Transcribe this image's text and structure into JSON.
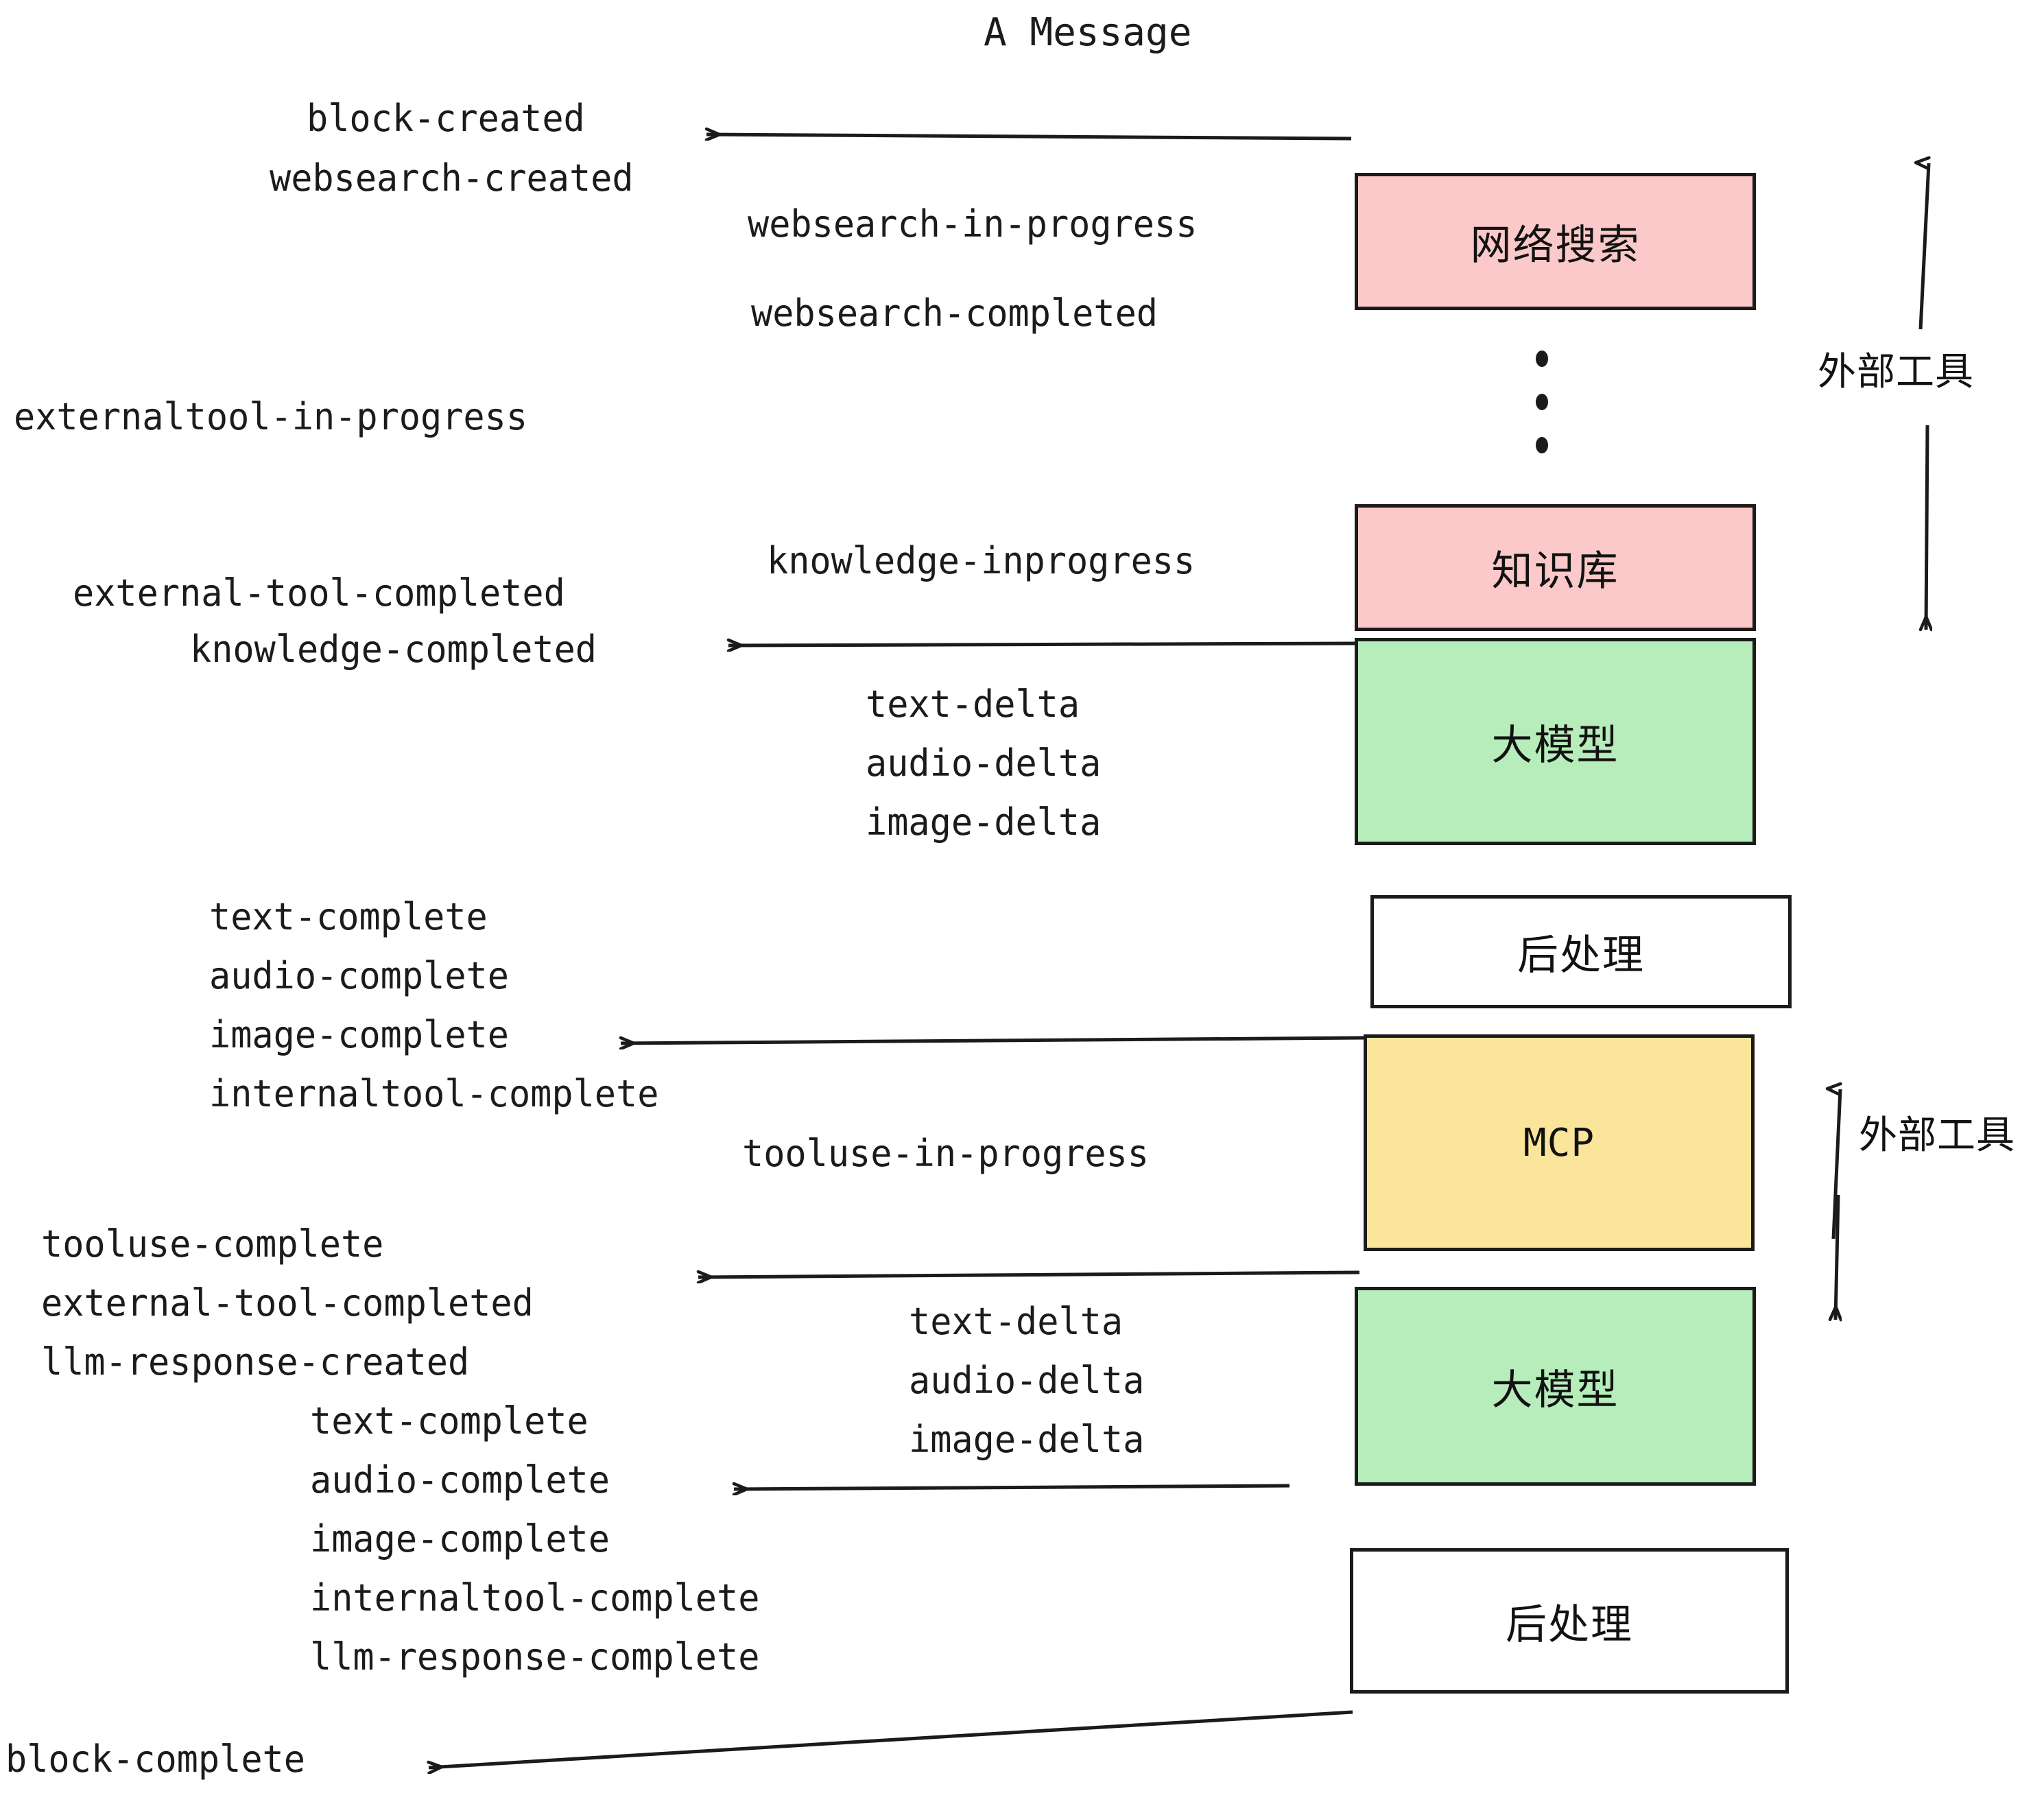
{
  "title": "A Message",
  "boxes": [
    {
      "id": "websearch",
      "label": "网络搜索",
      "color": "pink",
      "colorHex": "#fbc9c9"
    },
    {
      "id": "knowledge",
      "label": "知识库",
      "color": "pink",
      "colorHex": "#fbc9c9"
    },
    {
      "id": "llm-top",
      "label": "大模型",
      "color": "green",
      "colorHex": "#b6edba"
    },
    {
      "id": "postprocess-1",
      "label": "后处理",
      "color": "white",
      "colorHex": "#ffffff"
    },
    {
      "id": "mcp",
      "label": "MCP",
      "color": "yellow",
      "colorHex": "#fae59a"
    },
    {
      "id": "llm-bottom",
      "label": "大模型",
      "color": "green",
      "colorHex": "#b6edba"
    },
    {
      "id": "postprocess-2",
      "label": "后处理",
      "color": "white",
      "colorHex": "#ffffff"
    }
  ],
  "side_annotations": [
    {
      "id": "external-tools-top",
      "label": "外部工具"
    },
    {
      "id": "external-tools-bottom",
      "label": "外部工具"
    }
  ],
  "events": [
    {
      "id": "block-created",
      "text": "block-created"
    },
    {
      "id": "websearch-created",
      "text": "websearch-created"
    },
    {
      "id": "websearch-in-progress",
      "text": "websearch-in-progress"
    },
    {
      "id": "websearch-completed",
      "text": "websearch-completed"
    },
    {
      "id": "externaltool-in-progress",
      "text": "externaltool-in-progress"
    },
    {
      "id": "knowledge-inprogress",
      "text": "knowledge-inprogress"
    },
    {
      "id": "external-tool-completed-1",
      "text": "external-tool-completed"
    },
    {
      "id": "knowledge-completed",
      "text": "knowledge-completed"
    },
    {
      "id": "text-delta-1",
      "text": "text-delta"
    },
    {
      "id": "audio-delta-1",
      "text": "audio-delta"
    },
    {
      "id": "image-delta-1",
      "text": "image-delta"
    },
    {
      "id": "text-complete-1",
      "text": "text-complete"
    },
    {
      "id": "audio-complete-1",
      "text": "audio-complete"
    },
    {
      "id": "image-complete-1",
      "text": "image-complete"
    },
    {
      "id": "internaltool-complete-1",
      "text": "internaltool-complete"
    },
    {
      "id": "tooluse-in-progress",
      "text": "tooluse-in-progress"
    },
    {
      "id": "tooluse-complete",
      "text": "tooluse-complete"
    },
    {
      "id": "external-tool-completed-2",
      "text": "external-tool-completed"
    },
    {
      "id": "llm-response-created",
      "text": "llm-response-created"
    },
    {
      "id": "text-delta-2",
      "text": "text-delta"
    },
    {
      "id": "audio-delta-2",
      "text": "audio-delta"
    },
    {
      "id": "image-delta-2",
      "text": "image-delta"
    },
    {
      "id": "text-complete-2",
      "text": "text-complete"
    },
    {
      "id": "audio-complete-2",
      "text": "audio-complete"
    },
    {
      "id": "image-complete-2",
      "text": "image-complete"
    },
    {
      "id": "internaltool-complete-2",
      "text": "internaltool-complete"
    },
    {
      "id": "llm-response-complete",
      "text": "llm-response-complete"
    },
    {
      "id": "block-complete",
      "text": "block-complete"
    }
  ],
  "colors": {
    "stroke": "#1b1b1b",
    "background": "#ffffff",
    "pink": "#fbc9c9",
    "green": "#b6edba",
    "yellow": "#fae59a"
  }
}
